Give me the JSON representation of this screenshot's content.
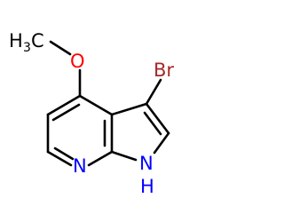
{
  "molecule": {
    "labels": {
      "methyl": "H",
      "methyl_sub": "3",
      "methyl_c": "C",
      "oxygen": "O",
      "bromine": "Br",
      "pyridine_n": "N",
      "pyrrole_n": "N",
      "pyrrole_h": "H"
    },
    "colors": {
      "carbon_bond": "#000000",
      "oxygen": "#ff0000",
      "bromine": "#a52a2a",
      "nitrogen": "#0000ff",
      "hydrogen_carbon_text": "#000000"
    }
  }
}
